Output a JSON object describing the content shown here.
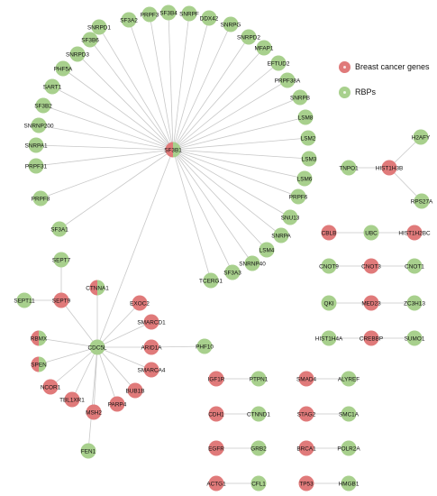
{
  "colors": {
    "breast_cancer": "#e07a7a",
    "rbp": "#a8d08d",
    "edge": "#c8c8c8"
  },
  "legend": [
    {
      "label": "Breast cancer genes",
      "type": "breast_cancer"
    },
    {
      "label": "RBPs",
      "type": "rbp"
    }
  ],
  "nodes": [
    {
      "id": "SF3B1",
      "type": "split"
    },
    {
      "id": "SF3A2",
      "type": "rbp"
    },
    {
      "id": "PRPF3",
      "type": "rbp"
    },
    {
      "id": "SF3B4",
      "type": "rbp"
    },
    {
      "id": "SNRPF",
      "type": "rbp"
    },
    {
      "id": "DDX42",
      "type": "rbp"
    },
    {
      "id": "SNRPG",
      "type": "rbp"
    },
    {
      "id": "SNRPD1",
      "type": "rbp"
    },
    {
      "id": "SF3B6",
      "type": "rbp"
    },
    {
      "id": "SNRPD2",
      "type": "rbp"
    },
    {
      "id": "SNRPD3",
      "type": "rbp"
    },
    {
      "id": "MFAP1",
      "type": "rbp"
    },
    {
      "id": "PHF5A",
      "type": "rbp"
    },
    {
      "id": "EFTUD2",
      "type": "rbp"
    },
    {
      "id": "SART1",
      "type": "rbp"
    },
    {
      "id": "PRPF38A",
      "type": "rbp"
    },
    {
      "id": "SF3B2",
      "type": "rbp"
    },
    {
      "id": "SNRPB",
      "type": "rbp"
    },
    {
      "id": "LSM8",
      "type": "rbp"
    },
    {
      "id": "SNRNP200",
      "type": "rbp"
    },
    {
      "id": "LSM2",
      "type": "rbp"
    },
    {
      "id": "SNRPA1",
      "type": "rbp"
    },
    {
      "id": "LSM3",
      "type": "rbp"
    },
    {
      "id": "PRPF31",
      "type": "rbp"
    },
    {
      "id": "LSM6",
      "type": "rbp"
    },
    {
      "id": "PRPF8",
      "type": "rbp"
    },
    {
      "id": "PRPF6",
      "type": "rbp"
    },
    {
      "id": "SNU13",
      "type": "rbp"
    },
    {
      "id": "SF3A1",
      "type": "rbp"
    },
    {
      "id": "SNRPA",
      "type": "rbp"
    },
    {
      "id": "LSM4",
      "type": "rbp"
    },
    {
      "id": "SNRNP40",
      "type": "rbp"
    },
    {
      "id": "SF3A3",
      "type": "rbp"
    },
    {
      "id": "TCERG1",
      "type": "rbp"
    },
    {
      "id": "H2AFY",
      "type": "rbp"
    },
    {
      "id": "TNPO1",
      "type": "rbp"
    },
    {
      "id": "HIST1H3B",
      "type": "breast_cancer"
    },
    {
      "id": "RPS27A",
      "type": "rbp"
    },
    {
      "id": "CBLB",
      "type": "breast_cancer"
    },
    {
      "id": "UBC",
      "type": "rbp"
    },
    {
      "id": "HIST1H2BC",
      "type": "breast_cancer"
    },
    {
      "id": "CNOT9",
      "type": "rbp"
    },
    {
      "id": "CNOT3",
      "type": "breast_cancer"
    },
    {
      "id": "CNOT1",
      "type": "rbp"
    },
    {
      "id": "QKI",
      "type": "rbp"
    },
    {
      "id": "MED23",
      "type": "breast_cancer"
    },
    {
      "id": "ZC3H13",
      "type": "rbp"
    },
    {
      "id": "HIST1H4A",
      "type": "rbp"
    },
    {
      "id": "CREBBP",
      "type": "breast_cancer"
    },
    {
      "id": "SUMO1",
      "type": "rbp"
    },
    {
      "id": "SEPT7",
      "type": "rbp"
    },
    {
      "id": "SEPT11",
      "type": "rbp"
    },
    {
      "id": "SEPT9",
      "type": "breast_cancer"
    },
    {
      "id": "CTNNA1",
      "type": "split"
    },
    {
      "id": "EXOC2",
      "type": "breast_cancer"
    },
    {
      "id": "SMARCD1",
      "type": "breast_cancer"
    },
    {
      "id": "RBMX",
      "type": "split"
    },
    {
      "id": "CDC5L",
      "type": "rbp"
    },
    {
      "id": "ARID1A",
      "type": "breast_cancer"
    },
    {
      "id": "PHF10",
      "type": "rbp"
    },
    {
      "id": "SPEN",
      "type": "split"
    },
    {
      "id": "SMARCA4",
      "type": "breast_cancer"
    },
    {
      "id": "NCOR1",
      "type": "breast_cancer"
    },
    {
      "id": "BUB1B",
      "type": "breast_cancer"
    },
    {
      "id": "TBL1XR1",
      "type": "breast_cancer"
    },
    {
      "id": "PARP4",
      "type": "breast_cancer"
    },
    {
      "id": "MSH2",
      "type": "breast_cancer"
    },
    {
      "id": "FEN1",
      "type": "rbp"
    },
    {
      "id": "IGF1R",
      "type": "breast_cancer"
    },
    {
      "id": "PTPN1",
      "type": "rbp"
    },
    {
      "id": "SMAD4",
      "type": "breast_cancer"
    },
    {
      "id": "ALYREF",
      "type": "rbp"
    },
    {
      "id": "CDH1",
      "type": "breast_cancer"
    },
    {
      "id": "CTNND1",
      "type": "rbp"
    },
    {
      "id": "STAG2",
      "type": "breast_cancer"
    },
    {
      "id": "SMC1A",
      "type": "rbp"
    },
    {
      "id": "EGFR",
      "type": "breast_cancer"
    },
    {
      "id": "GRB2",
      "type": "rbp"
    },
    {
      "id": "BRCA1",
      "type": "breast_cancer"
    },
    {
      "id": "POLR2A",
      "type": "rbp"
    },
    {
      "id": "ACTG1",
      "type": "breast_cancer"
    },
    {
      "id": "CFL1",
      "type": "rbp"
    },
    {
      "id": "TP53",
      "type": "breast_cancer"
    },
    {
      "id": "HMGB1",
      "type": "rbp"
    }
  ],
  "edges": [
    [
      "SF3B1",
      "SF3A2"
    ],
    [
      "SF3B1",
      "PRPF3"
    ],
    [
      "SF3B1",
      "SF3B4"
    ],
    [
      "SF3B1",
      "SNRPF"
    ],
    [
      "SF3B1",
      "DDX42"
    ],
    [
      "SF3B1",
      "SNRPG"
    ],
    [
      "SF3B1",
      "SNRPD1"
    ],
    [
      "SF3B1",
      "SF3B6"
    ],
    [
      "SF3B1",
      "SNRPD2"
    ],
    [
      "SF3B1",
      "SNRPD3"
    ],
    [
      "SF3B1",
      "MFAP1"
    ],
    [
      "SF3B1",
      "PHF5A"
    ],
    [
      "SF3B1",
      "EFTUD2"
    ],
    [
      "SF3B1",
      "SART1"
    ],
    [
      "SF3B1",
      "PRPF38A"
    ],
    [
      "SF3B1",
      "SF3B2"
    ],
    [
      "SF3B1",
      "SNRPB"
    ],
    [
      "SF3B1",
      "LSM8"
    ],
    [
      "SF3B1",
      "SNRNP200"
    ],
    [
      "SF3B1",
      "LSM2"
    ],
    [
      "SF3B1",
      "SNRPA1"
    ],
    [
      "SF3B1",
      "LSM3"
    ],
    [
      "SF3B1",
      "PRPF31"
    ],
    [
      "SF3B1",
      "LSM6"
    ],
    [
      "SF3B1",
      "PRPF8"
    ],
    [
      "SF3B1",
      "PRPF6"
    ],
    [
      "SF3B1",
      "SNU13"
    ],
    [
      "SF3B1",
      "SF3A1"
    ],
    [
      "SF3B1",
      "SNRPA"
    ],
    [
      "SF3B1",
      "LSM4"
    ],
    [
      "SF3B1",
      "SNRNP40"
    ],
    [
      "SF3B1",
      "SF3A3"
    ],
    [
      "SF3B1",
      "TCERG1"
    ],
    [
      "SF3B1",
      "CDC5L"
    ],
    [
      "HIST1H3B",
      "H2AFY"
    ],
    [
      "HIST1H3B",
      "TNPO1"
    ],
    [
      "HIST1H3B",
      "RPS27A"
    ],
    [
      "CBLB",
      "UBC"
    ],
    [
      "UBC",
      "HIST1H2BC"
    ],
    [
      "CNOT9",
      "CNOT3"
    ],
    [
      "CNOT3",
      "CNOT1"
    ],
    [
      "QKI",
      "MED23"
    ],
    [
      "MED23",
      "ZC3H13"
    ],
    [
      "HIST1H4A",
      "CREBBP"
    ],
    [
      "CREBBP",
      "SUMO1"
    ],
    [
      "SEPT7",
      "SEPT9"
    ],
    [
      "SEPT11",
      "SEPT9"
    ],
    [
      "SEPT9",
      "CDC5L"
    ],
    [
      "CTNNA1",
      "CDC5L"
    ],
    [
      "EXOC2",
      "CDC5L"
    ],
    [
      "SMARCD1",
      "CDC5L"
    ],
    [
      "RBMX",
      "CDC5L"
    ],
    [
      "ARID1A",
      "CDC5L"
    ],
    [
      "ARID1A",
      "PHF10"
    ],
    [
      "SPEN",
      "CDC5L"
    ],
    [
      "SMARCA4",
      "CDC5L"
    ],
    [
      "NCOR1",
      "CDC5L"
    ],
    [
      "BUB1B",
      "CDC5L"
    ],
    [
      "TBL1XR1",
      "CDC5L"
    ],
    [
      "PARP4",
      "CDC5L"
    ],
    [
      "MSH2",
      "CDC5L"
    ],
    [
      "FEN1",
      "CDC5L"
    ],
    [
      "IGF1R",
      "PTPN1"
    ],
    [
      "SMAD4",
      "ALYREF"
    ],
    [
      "CDH1",
      "CTNND1"
    ],
    [
      "STAG2",
      "SMC1A"
    ],
    [
      "EGFR",
      "GRB2"
    ],
    [
      "BRCA1",
      "POLR2A"
    ],
    [
      "ACTG1",
      "CFL1"
    ],
    [
      "TP53",
      "HMGB1"
    ]
  ]
}
